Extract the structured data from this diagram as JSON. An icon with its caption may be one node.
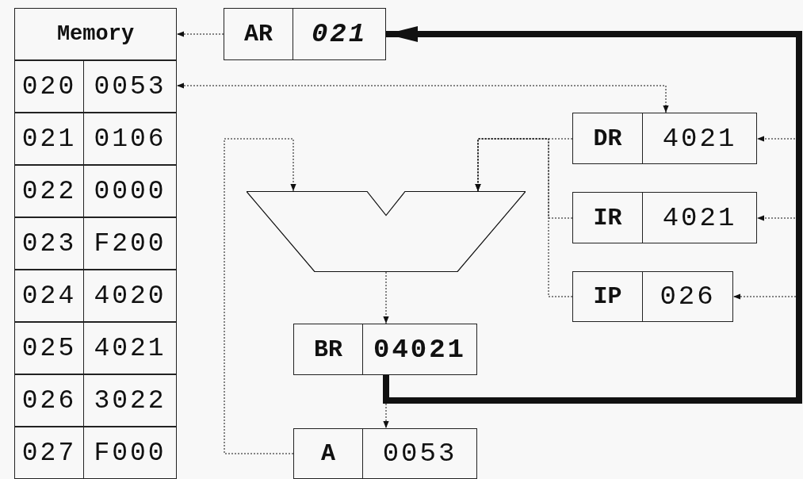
{
  "diagram": {
    "nodes": [
      {
        "text": [
          "Memory"
        ]
      },
      {
        "text": [
          "020",
          "0053"
        ]
      },
      {
        "text": [
          "021",
          "0106"
        ]
      },
      {
        "text": [
          "022",
          "0000"
        ]
      },
      {
        "text": [
          "023",
          "F200"
        ]
      },
      {
        "text": [
          "024",
          "4020"
        ]
      },
      {
        "text": [
          "025",
          "4021"
        ]
      },
      {
        "text": [
          "026",
          "3022"
        ]
      },
      {
        "text": [
          "027",
          "F000"
        ]
      },
      {
        "text": [
          "AR",
          "021"
        ]
      },
      {
        "text": [
          "DR",
          "4021"
        ]
      },
      {
        "text": [
          "IR",
          "4021"
        ]
      },
      {
        "text": [
          "IP",
          "026"
        ]
      },
      {
        "text": [],
        "shape": "trapezoid"
      },
      {
        "text": [
          "BR",
          "04021"
        ]
      },
      {
        "text": [
          "A",
          "0053"
        ]
      }
    ],
    "edges": [
      {
        "from": 9,
        "to": 0,
        "arrow": "to",
        "style": "dashed"
      },
      {
        "from": 10,
        "to": 1,
        "arrow": "both",
        "style": "dashed"
      },
      {
        "from": 10,
        "to": 13,
        "arrow": "to",
        "style": "dashed"
      },
      {
        "from": 11,
        "to": 13,
        "arrow": "to",
        "style": "dashed"
      },
      {
        "from": 12,
        "to": 13,
        "arrow": "to",
        "style": "dashed"
      },
      {
        "from": 15,
        "to": 13,
        "arrow": "to",
        "style": "dashed"
      },
      {
        "from": 13,
        "to": 14,
        "arrow": "to",
        "style": "dashed"
      },
      {
        "from": 14,
        "to": 15,
        "arrow": "to",
        "style": "dashed"
      },
      {
        "from": 14,
        "to": 9,
        "arrow": "to",
        "style": "thick"
      },
      {
        "from": 14,
        "to": 10,
        "arrow": "to",
        "style": "dashed"
      },
      {
        "from": 14,
        "to": 11,
        "arrow": "to",
        "style": "dashed"
      },
      {
        "from": 14,
        "to": 12,
        "arrow": "to",
        "style": "dashed"
      }
    ]
  }
}
